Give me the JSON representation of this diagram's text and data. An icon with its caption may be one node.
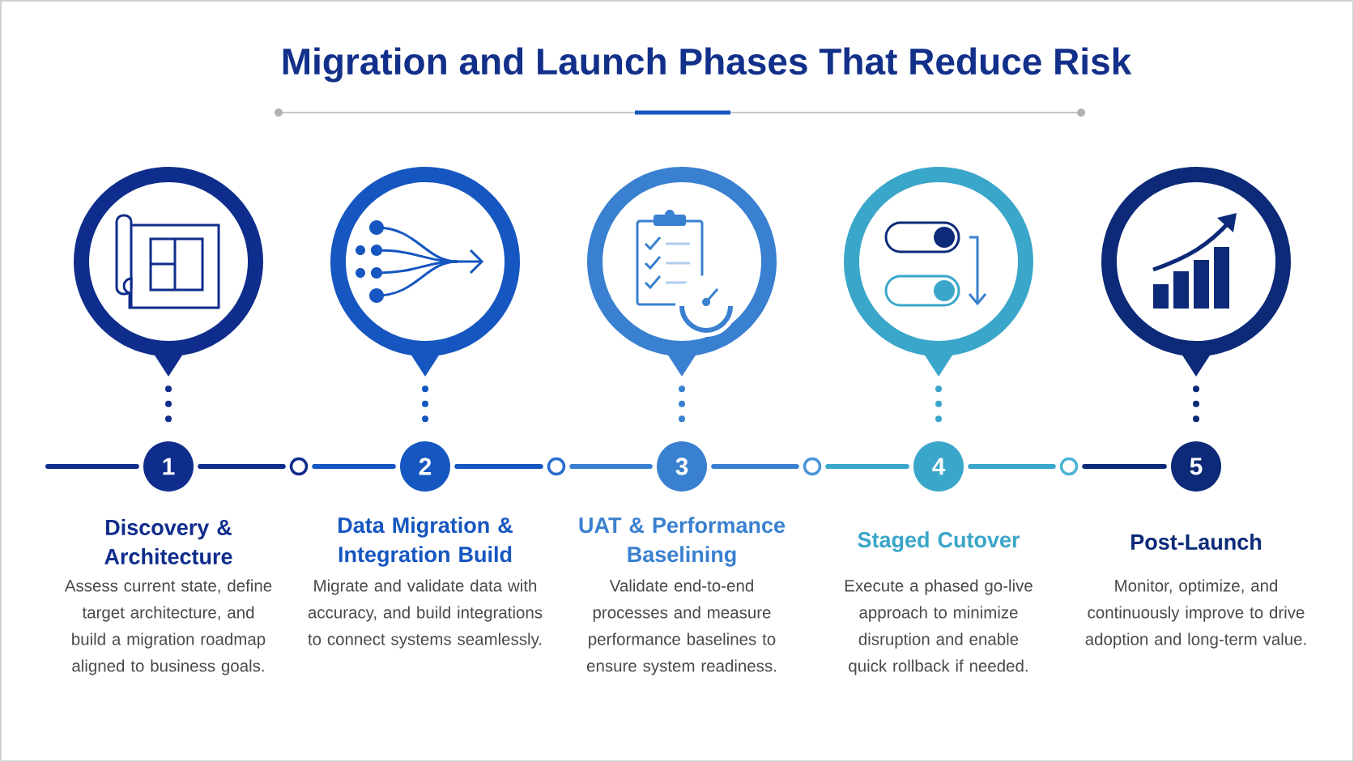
{
  "diagram": {
    "title": "Migration and Launch Phases That Reduce Risk",
    "nodes": [
      {
        "text": [],
        "shape": "circle"
      },
      {
        "text": [],
        "shape": "circle"
      },
      {
        "text": [],
        "shape": "circle"
      },
      {
        "text": [],
        "shape": "circle"
      },
      {
        "text": [],
        "shape": "circle"
      },
      {
        "text": [
          "1"
        ],
        "beside": [
          "Discovery & Architecture",
          "Assess current state, define target architecture, and build a migration roadmap aligned to business goals."
        ]
      },
      {
        "text": [],
        "shape": "circle"
      },
      {
        "text": [
          "2"
        ],
        "beside": [
          "Data Migration & Integration Build",
          "Migrate and validate data with accuracy, and build integrations to connect systems seamlessly."
        ]
      },
      {
        "text": [],
        "shape": "circle"
      },
      {
        "text": [
          "3"
        ],
        "beside": [
          "UAT & Performance Baselining",
          "Validate end-to-end processes and measure performance baselines to ensure system readiness."
        ]
      },
      {
        "text": [],
        "shape": "circle"
      },
      {
        "text": [
          "4"
        ],
        "beside": [
          "Staged Cutover",
          "Execute a phased go-live approach to minimize disruption and enable quick rollback if needed."
        ]
      },
      {
        "text": [],
        "shape": "circle"
      },
      {
        "text": [
          "5"
        ],
        "beside": [
          "Post-Launch",
          "Monitor, optimize, and continuously improve to drive adoption and long-term value."
        ]
      }
    ],
    "edges": [
      {
        "from": null,
        "to": 5,
        "arrow": "none",
        "color": "#0f2d8c"
      },
      {
        "from": 5,
        "to": 6,
        "arrow": "none",
        "color": "#0f2d8c"
      },
      {
        "from": 6,
        "to": 7,
        "arrow": "none",
        "color": "#1656c0"
      },
      {
        "from": 7,
        "to": 8,
        "arrow": "none",
        "color": "#1656c0"
      },
      {
        "from": 8,
        "to": 9,
        "arrow": "none",
        "color": "#3a80d0"
      },
      {
        "from": 9,
        "to": 10,
        "arrow": "none",
        "color": "#3a80d0"
      },
      {
        "from": 10,
        "to": 11,
        "arrow": "none",
        "color": "#3aa6c9"
      },
      {
        "from": 11,
        "to": 12,
        "arrow": "none",
        "color": "#3aa6c9"
      },
      {
        "from": 12,
        "to": 13,
        "arrow": "none",
        "color": "#0c2a78"
      },
      {
        "from": 0,
        "to": 5,
        "arrow": "none",
        "style": "dashed",
        "color": "#0f2d8c"
      },
      {
        "from": 1,
        "to": 7,
        "arrow": "none",
        "style": "dashed",
        "color": "#1656c0"
      },
      {
        "from": 2,
        "to": 9,
        "arrow": "none",
        "style": "dashed",
        "color": "#3a80d0"
      },
      {
        "from": 3,
        "to": 11,
        "arrow": "none",
        "style": "dashed",
        "color": "#3aa6c9"
      },
      {
        "from": 4,
        "to": 13,
        "arrow": "none",
        "style": "dashed",
        "color": "#0c2a78"
      }
    ]
  }
}
